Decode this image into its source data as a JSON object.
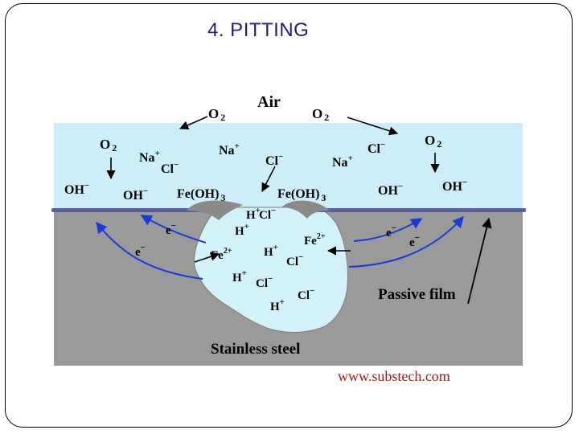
{
  "slide": {
    "title": "4. PITTING"
  },
  "diagram": {
    "labels": {
      "air": "Air",
      "o2": "O",
      "o2_sub": "2",
      "na": "Na",
      "plus": "+",
      "cl": "Cl",
      "minus": "−",
      "oh": "OH",
      "feoh3": "Fe(OH)",
      "sub3": "3",
      "h": "H",
      "fe2": "Fe",
      "fe2_sup": "2+",
      "electron": "e",
      "passive_film": "Passive film",
      "stainless_steel": "Stainless steel",
      "credit": "www.substech.com"
    },
    "colors": {
      "air_zone": "#cdeef8",
      "steel": "#9a9a9a",
      "pit_solution": "#d3f1f8",
      "passive_film": "#5a5f9e",
      "deposit": "#8a8a8a",
      "electron_arrow": "#1a3ad6",
      "credit": "#b01818"
    }
  }
}
